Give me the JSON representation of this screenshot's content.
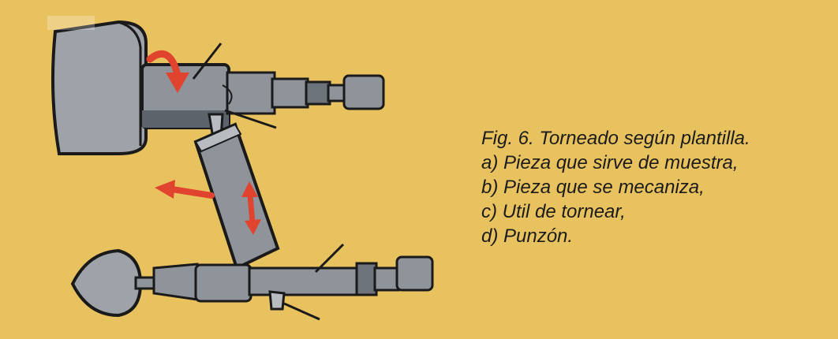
{
  "caption": {
    "title": "Fig. 6. Torneado según plantilla.",
    "items": [
      "a) Pieza que sirve de muestra,",
      "b) Pieza que se mecaniza,",
      "c) Util de tornear,",
      "d) Punzón."
    ]
  },
  "colors": {
    "background": "#e8c25e",
    "metal": "#8f949b",
    "metal_dark": "#5d636b",
    "outline": "#1a1a1a",
    "arrow": "#e0442e"
  }
}
